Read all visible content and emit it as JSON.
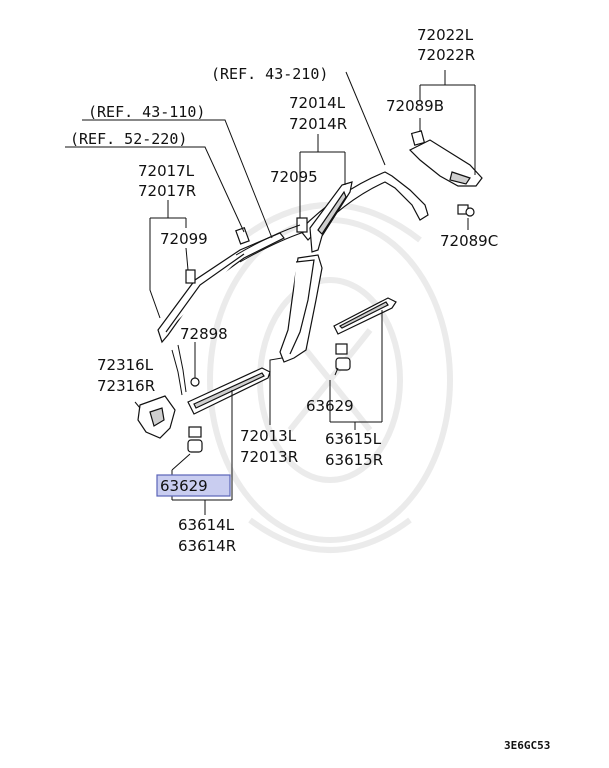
{
  "diagram": {
    "refs": {
      "ref_43_210": "(REF. 43-210)",
      "ref_43_110": "(REF. 43-110)",
      "ref_52_220": "(REF. 52-220)"
    },
    "labels": {
      "p72022L": "72022L",
      "p72022R": "72022R",
      "p72089B": "72089B",
      "p72014L": "72014L",
      "p72014R": "72014R",
      "p72017L": "72017L",
      "p72017R": "72017R",
      "p72095": "72095",
      "p72099": "72099",
      "p72089C": "72089C",
      "p72898": "72898",
      "p72316L": "72316L",
      "p72316R": "72316R",
      "p63629_right": "63629",
      "p72013L": "72013L",
      "p72013R": "72013R",
      "p63615L": "63615L",
      "p63615R": "63615R",
      "p63629_highlight": "63629",
      "p63614L": "63614L",
      "p63614R": "63614R"
    },
    "diagram_code": "3E6GC53",
    "highlight_color": "#c9cdf0"
  }
}
